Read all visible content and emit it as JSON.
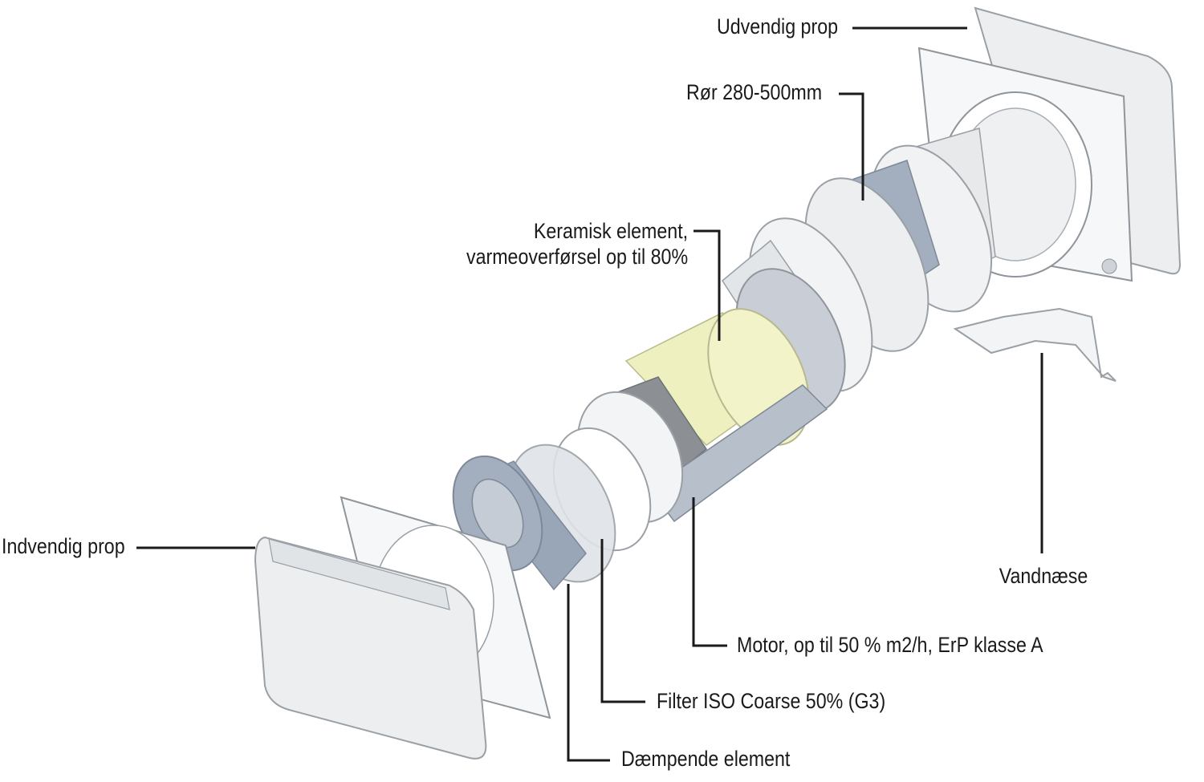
{
  "labels": {
    "outdoor_plug": "Udvendig prop",
    "pipe": "Rør 280-500mm",
    "ceramic_line1": "Keramisk element,",
    "ceramic_line2": "varmeoverførsel op til 80%",
    "indoor_plug": "Indvendig prop",
    "drip_nose": "Vandnæse",
    "motor": "Motor, op til 50 % m2/h, ErP klasse A",
    "filter": "Filter ISO Coarse 50% (G3)",
    "damping": "Dæmpende element"
  },
  "colors": {
    "background": "#ffffff",
    "line": "#1a1a1a",
    "housing": "#eceeef",
    "outline": "#9aa0a6",
    "damping_blue": "#98a6b8",
    "ceramic_yellow": "#eef0c0",
    "motor_grey": "#8c8f93"
  }
}
